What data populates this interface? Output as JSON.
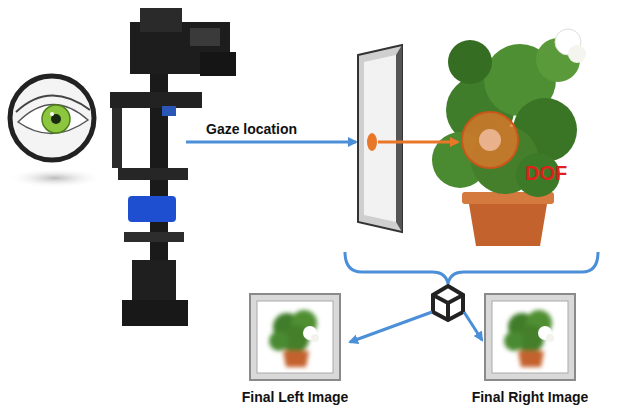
{
  "diagram": {
    "nodes": [
      {
        "text": [
          "Final Left Image"
        ]
      },
      {
        "text": [
          "Final Right Image"
        ]
      }
    ],
    "labels": [
      "Gaze location",
      "DOF"
    ]
  }
}
